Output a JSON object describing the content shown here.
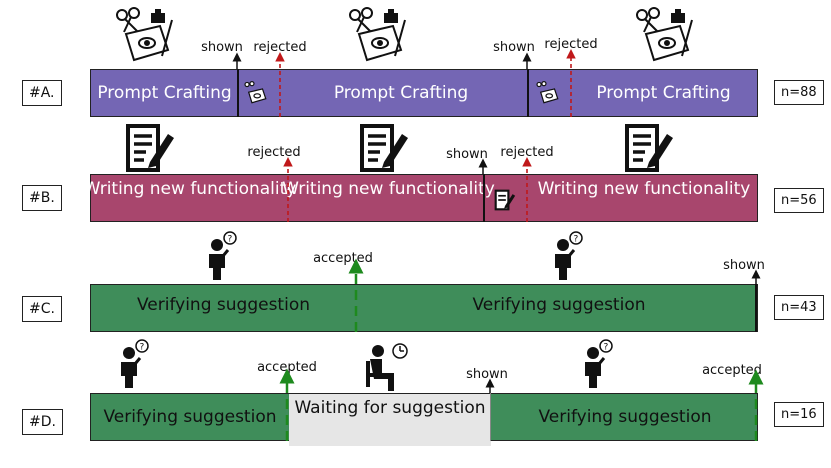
{
  "rows": [
    {
      "label": "#A.",
      "count": "n=88",
      "segments": [
        "Prompt Crafting",
        "Prompt Crafting",
        "Prompt Crafting"
      ],
      "events": [
        "shown",
        "rejected",
        "shown",
        "rejected"
      ]
    },
    {
      "label": "#B.",
      "count": "n=56",
      "segments": [
        "Writing new functionality",
        "Writing new functionality",
        "Writing new functionality"
      ],
      "events": [
        "rejected",
        "shown",
        "rejected"
      ]
    },
    {
      "label": "#C.",
      "count": "n=43",
      "segments": [
        "Verifying suggestion",
        "Verifying suggestion"
      ],
      "events": [
        "accepted",
        "shown"
      ]
    },
    {
      "label": "#D.",
      "count": "n=16",
      "segments": [
        "Verifying suggestion",
        "Waiting for suggestion",
        "Verifying suggestion"
      ],
      "events": [
        "accepted",
        "shown",
        "accepted"
      ]
    }
  ],
  "colors": {
    "prompt_crafting": "#7466b4",
    "writing": "#a8466d",
    "verifying": "#3f8d5a",
    "waiting": "#e6e6e6",
    "rejected_marker": "#c0181a",
    "accepted_marker": "#1e8a1e",
    "shown_marker": "#111111"
  },
  "icons": [
    "crafting-tools-icon",
    "document-pencil-icon",
    "thinking-person-icon",
    "waiting-person-clock-icon"
  ]
}
